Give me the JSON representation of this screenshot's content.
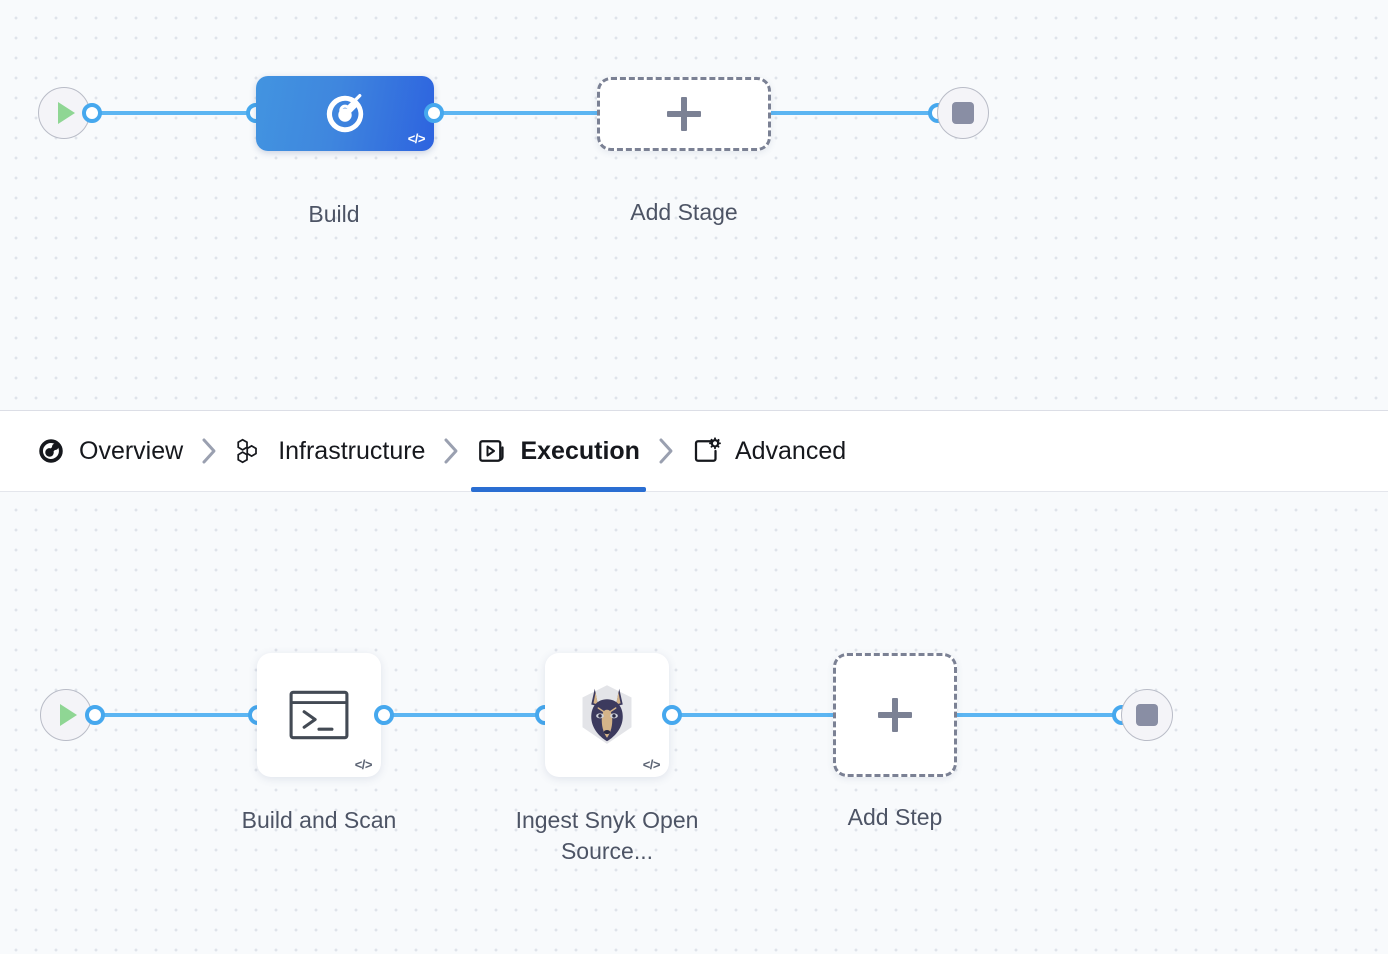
{
  "stage_row": {
    "start_node": {
      "icon": "play-icon"
    },
    "stage": {
      "label": "Build",
      "icon": "build-ci-icon",
      "code_badge": "</>",
      "selected": true
    },
    "add_stage": {
      "label": "Add Stage",
      "icon": "plus-icon"
    },
    "end_node": {
      "icon": "stop-icon"
    }
  },
  "tabs": {
    "items": [
      {
        "label": "Overview",
        "icon": "overview-circle-icon",
        "active": false
      },
      {
        "label": "Infrastructure",
        "icon": "hexagon-cluster-icon",
        "active": false
      },
      {
        "label": "Execution",
        "icon": "play-box-icon",
        "active": true
      },
      {
        "label": "Advanced",
        "icon": "gear-box-icon",
        "active": false
      }
    ],
    "separator": "chevron-right-icon",
    "active_color": "#2a6ed2"
  },
  "step_row": {
    "start_node": {
      "icon": "play-icon"
    },
    "steps": [
      {
        "label": "Build and Scan",
        "icon": "terminal-icon",
        "code_badge": "</>"
      },
      {
        "label": "Ingest Snyk Open Source...",
        "icon": "snyk-doberman-icon",
        "code_badge": "</>"
      }
    ],
    "add_step": {
      "label": "Add Step",
      "icon": "plus-icon"
    },
    "end_node": {
      "icon": "stop-icon"
    }
  },
  "theme": {
    "canvas_bg": "#f8fafc",
    "dot_color": "#dfe3ea",
    "wire_color": "#5cb5f2",
    "connector_ring": "#46a8ee",
    "stage_blue": "#3f86de",
    "label_color": "#4d5465"
  }
}
